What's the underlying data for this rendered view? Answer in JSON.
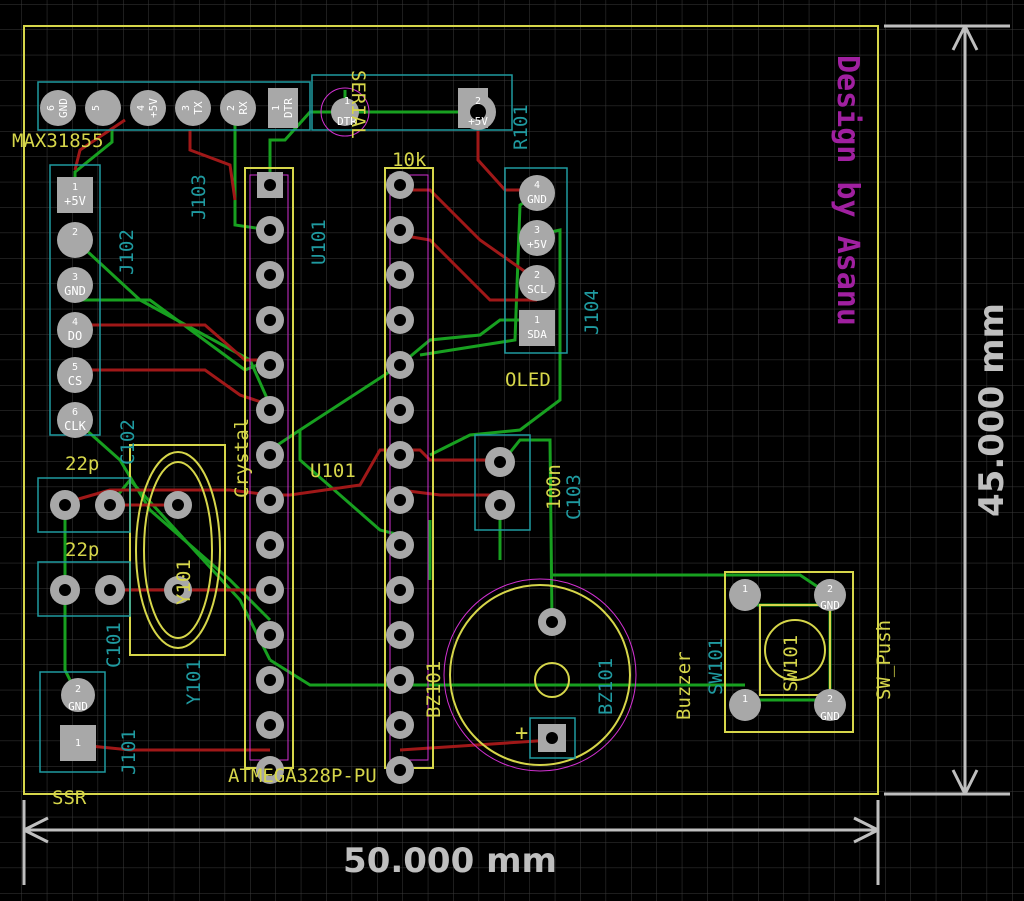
{
  "colors": {
    "background": "#000000",
    "grid": "#3a3a3a",
    "edge": "#d6d64a",
    "silk": "#d6d64a",
    "fab": "#1f9aa0",
    "trace_front": "#a01818",
    "trace_back": "#18a020",
    "pad": "#a8a8a8",
    "courtyard": "#d030d0",
    "dimension": "#bfbfbf",
    "brand": "#a020a0"
  },
  "brand_text": "Design by Asanu",
  "dimensions": {
    "width_label": "50.000 mm",
    "height_label": "45.000 mm"
  },
  "components": {
    "max31855": {
      "value": "MAX31855"
    },
    "j102": {
      "ref": "J102",
      "pins": [
        "+5V",
        "",
        "GND",
        "DO",
        "CS",
        "CLK"
      ]
    },
    "j103": {
      "ref": "J103",
      "pins": [
        "GND",
        "",
        "+5V",
        "TX",
        "RX",
        "DTR"
      ]
    },
    "serial": {
      "value": "SERIAL"
    },
    "r101": {
      "ref": "R101",
      "value": "10k",
      "pins": [
        "DTR",
        "+5V"
      ]
    },
    "j104": {
      "ref": "J104",
      "value": "OLED",
      "pins": [
        "SDA",
        "SCL",
        "+5V",
        "GND"
      ]
    },
    "u101": {
      "ref": "U101",
      "ref2": "U101",
      "value": "ATMEGA328P-PU"
    },
    "c102": {
      "ref": "C102",
      "value": "22p"
    },
    "c101": {
      "ref": "C101",
      "value": "22p"
    },
    "y101": {
      "ref": "Y101",
      "ref2": "Y101",
      "value": "Crystal"
    },
    "c103": {
      "ref": "C103",
      "value": "100n"
    },
    "bz101": {
      "ref": "BZ101",
      "ref2": "BZ101",
      "value": "Buzzer"
    },
    "sw101": {
      "ref": "SW101",
      "ref2": "SW101",
      "value": "SW_Push",
      "pins": [
        "1",
        "2",
        "GND"
      ]
    },
    "j101": {
      "ref": "J101",
      "value": "SSR",
      "pins": [
        "GND"
      ]
    }
  }
}
